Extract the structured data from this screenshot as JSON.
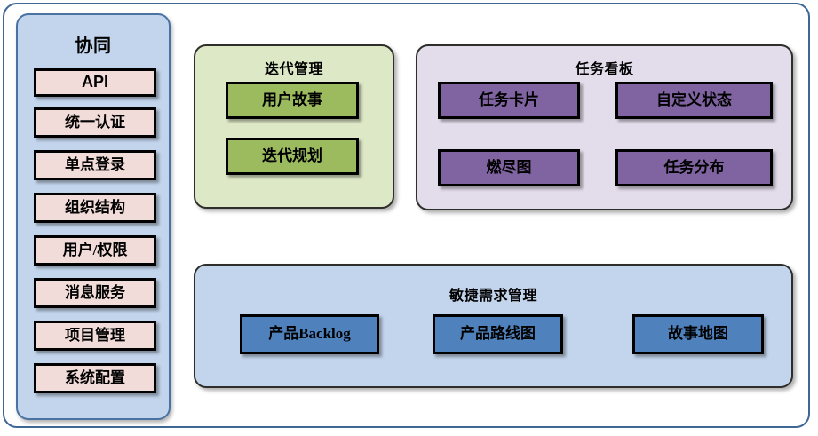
{
  "diagram": {
    "title_frame": "platform-architecture-frame",
    "colors": {
      "frame_border": "#3f6795",
      "sidebar_bg": "#c3d5ec",
      "sidebar_border": "#4a72a3",
      "sidebar_item_bg": "#f2dcd9",
      "iteration_bg": "#dde8c6",
      "iteration_item_bg": "#9cbb5f",
      "taskboard_bg": "#e3dcea",
      "taskboard_item_bg": "#8064a2",
      "agile_bg": "#c3d5ec",
      "agile_item_bg": "#4f81bd",
      "box_border": "#000000"
    }
  },
  "sidebar": {
    "title": "协同",
    "items": [
      {
        "label": "API"
      },
      {
        "label": "统一认证"
      },
      {
        "label": "单点登录"
      },
      {
        "label": "组织结构"
      },
      {
        "label": "用户/权限"
      },
      {
        "label": "消息服务"
      },
      {
        "label": "项目管理"
      },
      {
        "label": "系统配置"
      }
    ]
  },
  "iteration": {
    "title": "迭代管理",
    "items": [
      {
        "label": "用户故事"
      },
      {
        "label": "迭代规划"
      }
    ]
  },
  "taskboard": {
    "title": "任务看板",
    "items": [
      {
        "label": "任务卡片"
      },
      {
        "label": "自定义状态"
      },
      {
        "label": "燃尽图"
      },
      {
        "label": "任务分布"
      }
    ]
  },
  "agile": {
    "title": "敏捷需求管理",
    "items": [
      {
        "label": "产品Backlog"
      },
      {
        "label": "产品路线图"
      },
      {
        "label": "故事地图"
      }
    ]
  }
}
